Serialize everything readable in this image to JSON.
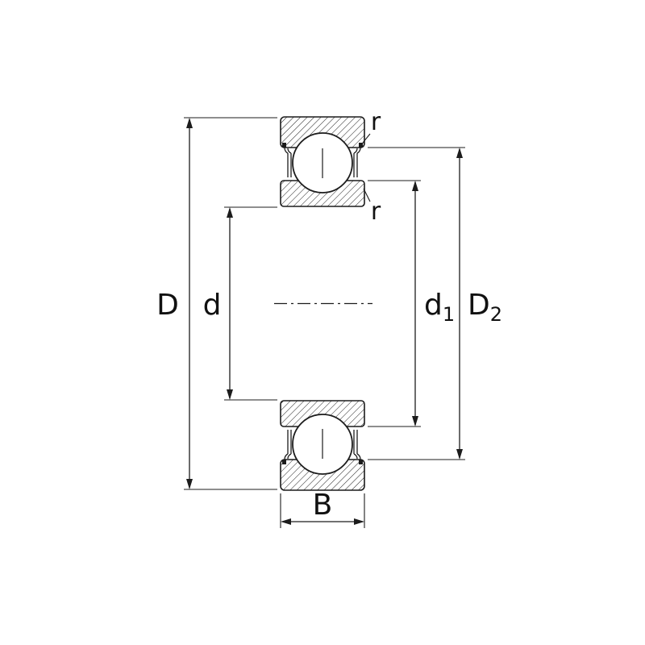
{
  "diagram": {
    "name": "deep-groove-ball-bearing-cross-section",
    "labels": {
      "D": "D",
      "d": "d",
      "d1": {
        "main": "d",
        "sub": "1"
      },
      "D2": {
        "main": "D",
        "sub": "2"
      },
      "B": "B",
      "r_top": "r",
      "r_bottom": "r"
    },
    "colors": {
      "line": "#1c1c1c",
      "background": "#ffffff"
    }
  }
}
